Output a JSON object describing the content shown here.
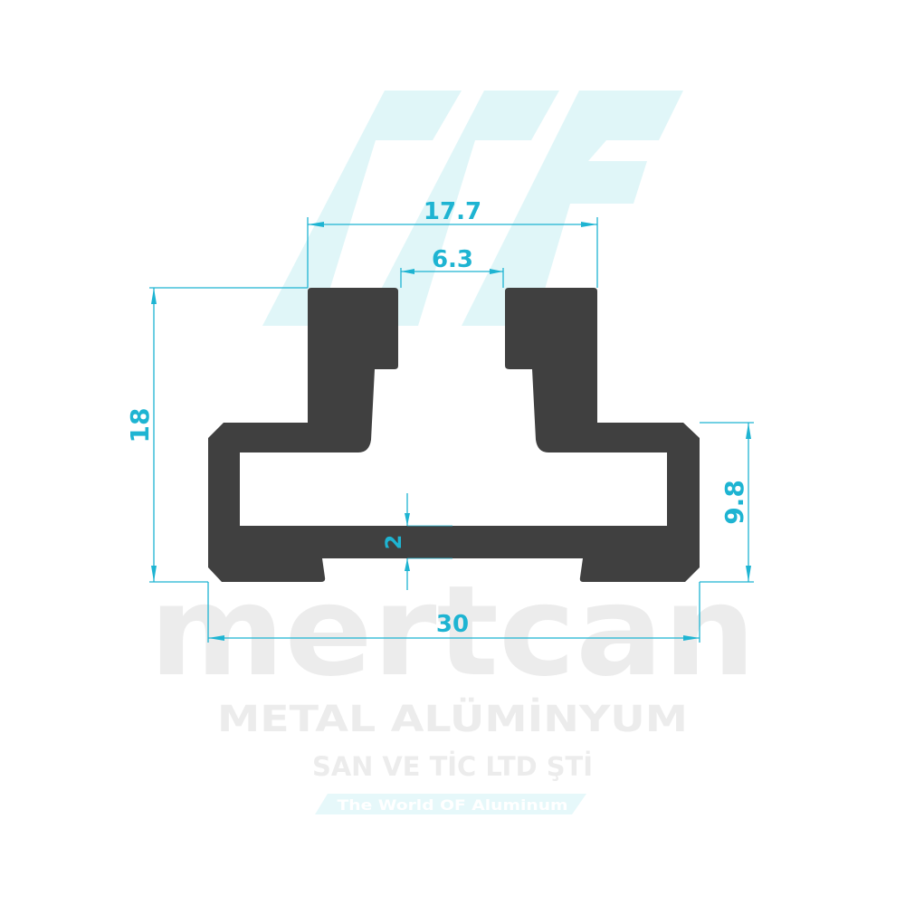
{
  "diagram": {
    "type": "aluminium profile cross-section",
    "profile_color": "#404040",
    "dimension_color": "#1eb4d2",
    "dimensions": {
      "top_width": "17.7",
      "slot_width": "6.3",
      "total_height": "18",
      "side_height": "9.8",
      "base_thickness": "2",
      "total_width": "30"
    }
  },
  "watermark": {
    "brand": "mertcan",
    "line1": "METAL ALÜMİNYUM",
    "line2": "SAN VE TİC LTD ŞTİ",
    "tagline": "The World OF Aluminum",
    "logo_color": "#e0f6f8",
    "text_color": "#ececec"
  }
}
